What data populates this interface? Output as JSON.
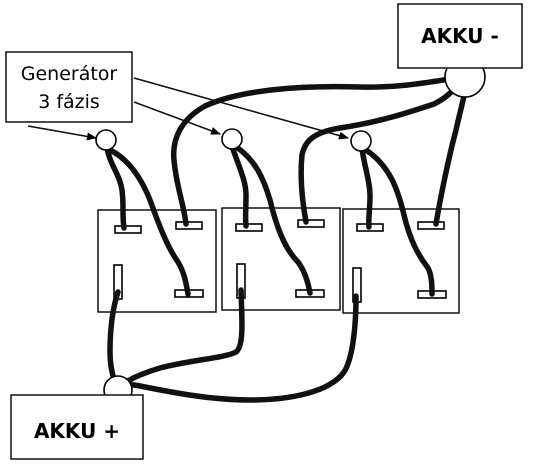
{
  "labels": {
    "akku_minus": "AKKU -",
    "akku_plus": "AKKU +",
    "generator_line1": "Generátor",
    "generator_line2": "3 fázis"
  },
  "colors": {
    "ink": "#111111",
    "paper": "#ffffff"
  }
}
